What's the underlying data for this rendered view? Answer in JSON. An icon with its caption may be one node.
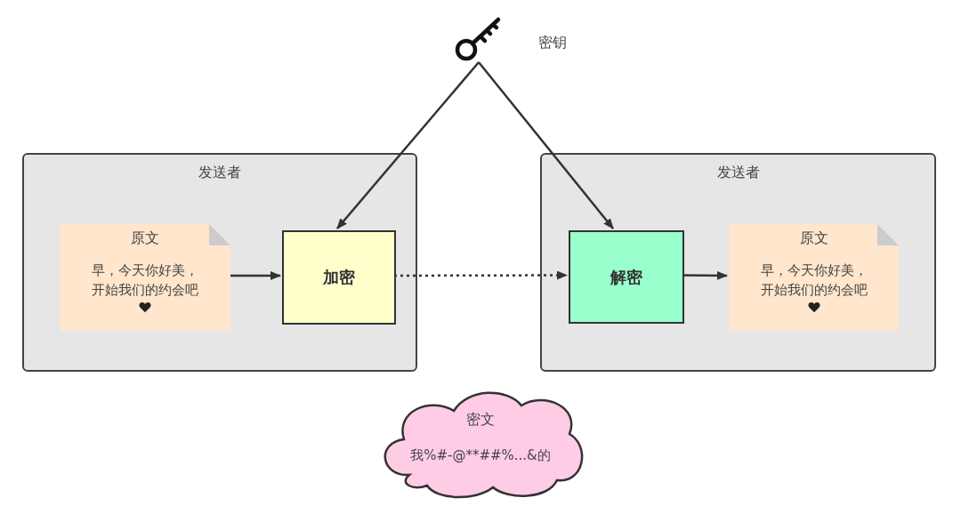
{
  "diagram": {
    "nodes": [
      {
        "text": [],
        "shape": "picture",
        "beside": [
          "密钥"
        ]
      },
      {
        "text": [
          "发送者"
        ]
      },
      {
        "text": [
          "原文",
          "早，今天你好美，开始我们的约会吧"
        ],
        "in": 1
      },
      {
        "text": [
          "加密"
        ],
        "in": 1
      },
      {
        "text": [
          "发送者"
        ]
      },
      {
        "text": [
          "解密"
        ],
        "in": 4
      },
      {
        "text": [
          "原文",
          "早，今天你好美，开始我们的约会吧"
        ],
        "in": 4
      },
      {
        "text": [
          "密文",
          "我%#-@**##%...&的"
        ]
      }
    ],
    "edges": [
      {
        "from": 0,
        "to": 3,
        "arrow": "to"
      },
      {
        "from": 0,
        "to": 5,
        "arrow": "to"
      },
      {
        "from": 2,
        "to": 3,
        "arrow": "to"
      },
      {
        "from": 3,
        "to": 5,
        "arrow": "to",
        "style": "dashed"
      },
      {
        "from": 5,
        "to": 6,
        "arrow": "to"
      }
    ]
  }
}
